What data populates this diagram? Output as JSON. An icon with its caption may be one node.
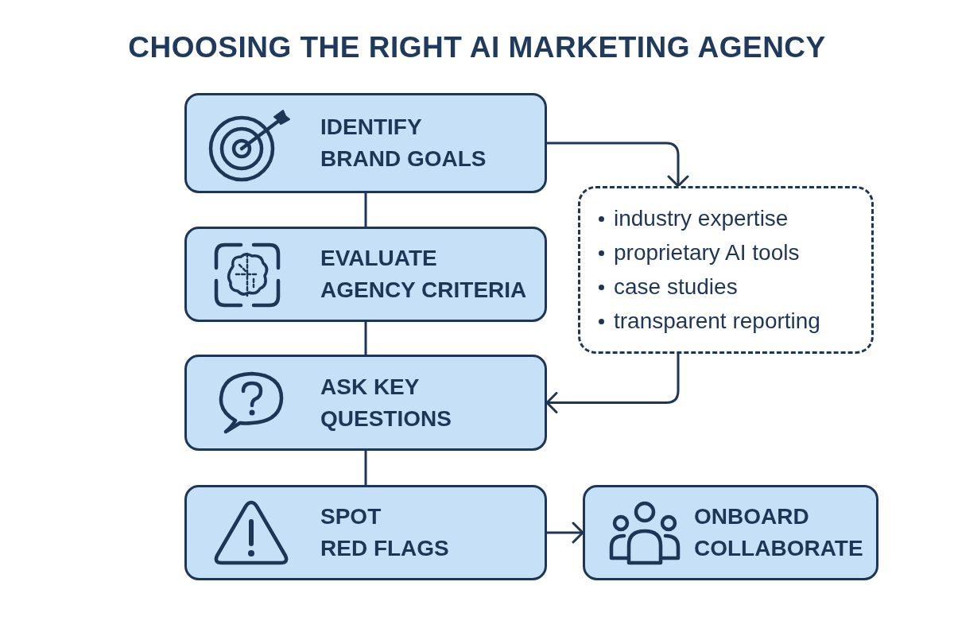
{
  "diagram": {
    "title": "CHOOSING THE RIGHT AI MARKETING AGENCY",
    "nodes": [
      {
        "text": [
          "IDENTIFY BRAND GOALS"
        ]
      },
      {
        "text": [
          "EVALUATE AGENCY CRITERIA"
        ]
      },
      {
        "text": [
          "ASK KEY QUESTIONS"
        ]
      },
      {
        "text": [
          "SPOT RED FLAGS"
        ]
      },
      {
        "text": [
          "industry expertise",
          "proprietary AI tools",
          "case studies",
          "transparent reporting"
        ]
      },
      {
        "text": [
          "ONBOARD COLLABORATE"
        ]
      }
    ],
    "edges": [
      {
        "from": 0,
        "to": 1,
        "arrow": "none"
      },
      {
        "from": 1,
        "to": 2,
        "arrow": "none"
      },
      {
        "from": 2,
        "to": 3,
        "arrow": "none"
      },
      {
        "from": 0,
        "to": 4,
        "arrow": "to"
      },
      {
        "from": 4,
        "to": 2,
        "arrow": "to"
      },
      {
        "from": 3,
        "to": 5,
        "arrow": "to"
      }
    ]
  }
}
